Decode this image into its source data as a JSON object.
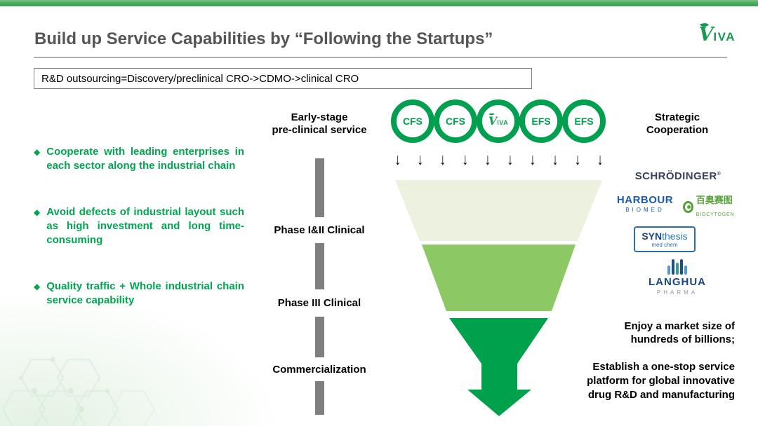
{
  "colors": {
    "accent_green": "#00a04e",
    "partner_blue": "#1e5aab",
    "title_gray": "#555555",
    "timeline_gray": "#7f7f7f"
  },
  "icons": {
    "diamond": "◆",
    "down_arrow": "↓"
  },
  "header": {
    "title": "Build up Service Capabilities by “Following the Startups”",
    "brand_v": "V",
    "brand_rest": "IVA"
  },
  "formula_box": {
    "text": "R&D outsourcing=Discovery/preclinical CRO->CDMO->clinical CRO"
  },
  "bullets": [
    {
      "text": "Cooperate with leading enterprises in each sector along the industrial chain"
    },
    {
      "text": "Avoid defects of industrial layout such as high investment and long time-consuming"
    },
    {
      "text": "Quality traffic + Whole industrial chain service capability"
    }
  ],
  "stages": {
    "stage1_line1": "Early-stage",
    "stage1_line2": "pre-clinical service",
    "stage2": "Phase I&II Clinical",
    "stage3": "Phase III Clinical",
    "stage4": "Commercialization"
  },
  "funnel": {
    "circles": [
      "CFS",
      "CFS",
      "VIVA",
      "EFS",
      "EFS"
    ],
    "colors": {
      "stage1_fill": "#edf1e0",
      "stage2_fill": "#8cc863",
      "stage3_fill": "#00a14d"
    }
  },
  "right_panel": {
    "heading_line1": "Strategic",
    "heading_line2": "Cooperation",
    "partners": {
      "schrodinger": "SCHRÖDINGER",
      "schrodinger_reg": "®",
      "harbour_line1": "HARBOUR",
      "harbour_line2": "BIOMED",
      "biocytogen_cn": "百奥赛图",
      "biocytogen_en": "BIOCYTOGEN",
      "synthesis_syn": "SYN",
      "synthesis_thesis": "thesis",
      "synthesis_sub": "med chem",
      "langhua_name": "LANGHUA",
      "langhua_sub": "PHARMA"
    },
    "market_line1": "Enjoy a market size of",
    "market_line2": "hundreds of billions;",
    "platform_line1": "Establish a one-stop service",
    "platform_line2": "platform for global innovative",
    "platform_line3": "drug R&D and manufacturing"
  }
}
